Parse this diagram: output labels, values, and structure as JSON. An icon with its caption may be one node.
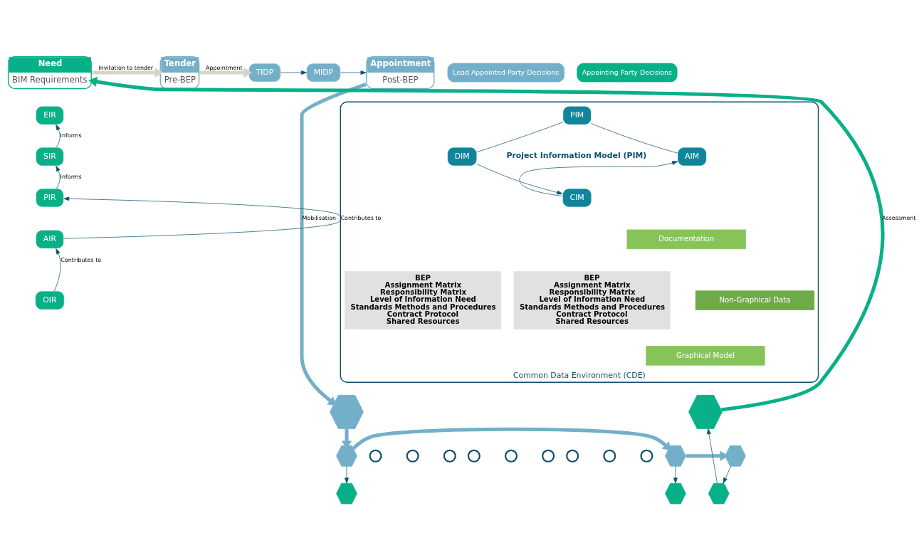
{
  "diagram": {
    "nodes": [
      {
        "text": [
          "Appointment",
          "Post-BEP"
        ]
      },
      {
        "text": [
          "MIDP"
        ]
      },
      {
        "text": [
          "TIDP"
        ]
      },
      {
        "text": [
          "Tender",
          "Pre-BEP"
        ]
      },
      {
        "text": [
          "Need",
          "BIM Requirements"
        ]
      },
      {
        "text": [
          "Common Data Environment (CDE)"
        ]
      },
      {
        "text": [
          "DIM"
        ],
        "in": 5
      },
      {
        "text": [
          "PIM"
        ],
        "in": 5
      },
      {
        "text": [
          "CIM"
        ],
        "in": 5
      },
      {
        "text": [
          "AIM"
        ],
        "in": 5
      },
      {
        "text": [
          "BEP",
          "Assignment Matrix",
          "Responsibility Matrix",
          "Level of Information Need",
          "Standards Methods and Procedures",
          "Contract Protocol",
          "Shared Resources"
        ],
        "in": 5
      },
      {
        "text": [
          "Documentation"
        ],
        "in": 5
      },
      {
        "text": [
          "Non-Graphical Data"
        ],
        "in": 5
      },
      {
        "text": [
          "Graphical Model"
        ],
        "in": 5
      },
      {
        "text": [
          "BEP",
          "Assignment Matrix",
          "Responsibility Matrix",
          "Level of Information Need",
          "Standards Methods and Procedures",
          "Contract Protocol",
          "Shared Resources"
        ],
        "in": 5
      },
      {
        "text": [],
        "shape": "hexagon"
      },
      {
        "text": [],
        "shape": "circle"
      },
      {
        "text": [],
        "shape": "circle"
      },
      {
        "text": [],
        "shape": "circle"
      },
      {
        "text": [],
        "shape": "hexagon"
      },
      {
        "text": [],
        "shape": "circle"
      },
      {
        "text": [],
        "shape": "circle"
      },
      {
        "text": [],
        "shape": "circle"
      },
      {
        "text": [],
        "shape": "hexagon"
      },
      {
        "text": [],
        "shape": "circle"
      },
      {
        "text": [],
        "shape": "circle"
      },
      {
        "text": [],
        "shape": "circle"
      },
      {
        "text": [],
        "shape": "hexagon"
      },
      {
        "text": [],
        "shape": "hexagon"
      },
      {
        "text": [],
        "shape": "hexagon"
      },
      {
        "text": [],
        "shape": "hexagon"
      },
      {
        "text": [],
        "shape": "hexagon"
      },
      {
        "text": [
          "EIR"
        ]
      },
      {
        "text": [
          "SIR"
        ]
      },
      {
        "text": [
          "PIR"
        ]
      },
      {
        "text": [
          "AIR"
        ]
      },
      {
        "text": [
          "OIR"
        ]
      }
    ],
    "edges": [
      {
        "from": 2,
        "to": 1,
        "arrow": "to"
      },
      {
        "from": 1,
        "to": 0,
        "arrow": "to"
      },
      {
        "from": 4,
        "to": 3,
        "arrow": "to",
        "label": "Invitation to tender",
        "style": "thick",
        "color": "#d9d3c7"
      },
      {
        "from": 3,
        "to": 2,
        "arrow": "to",
        "label": "Appointment",
        "style": "thick",
        "color": "#d9d3c7"
      },
      {
        "from": 6,
        "to": 7,
        "arrow": "none"
      },
      {
        "from": 7,
        "to": 9,
        "arrow": "none"
      },
      {
        "from": 6,
        "to": 8,
        "arrow": "to"
      },
      {
        "from": 8,
        "to": 9,
        "arrow": "to"
      },
      {
        "from": 0,
        "to": 15,
        "arrow": "to",
        "label": "Mobilisation",
        "style": "thick",
        "color": "#74afc9"
      },
      {
        "from": 15,
        "to": 19,
        "arrow": "to",
        "style": "thick",
        "color": "#74afc9"
      },
      {
        "from": 19,
        "to": 23,
        "arrow": "to",
        "style": "thick",
        "color": "#74afc9"
      },
      {
        "from": 23,
        "to": 27,
        "arrow": "to",
        "style": "thick",
        "color": "#74afc9"
      },
      {
        "from": 19,
        "to": 28,
        "arrow": "to"
      },
      {
        "from": 23,
        "to": 29,
        "arrow": "to"
      },
      {
        "from": 27,
        "to": 30,
        "arrow": "to"
      },
      {
        "from": 30,
        "to": 31,
        "arrow": "to"
      },
      {
        "from": 31,
        "to": 4,
        "arrow": "to",
        "label": "Assessment",
        "style": "thick",
        "color": "#08b088"
      },
      {
        "from": 36,
        "to": 35,
        "arrow": "to",
        "label": "Contributes to"
      },
      {
        "from": 35,
        "to": 34,
        "arrow": "to",
        "label": "Contributes to"
      },
      {
        "from": 34,
        "to": 33,
        "arrow": "to",
        "label": "Informs"
      },
      {
        "from": 33,
        "to": 32,
        "arrow": "to",
        "label": "Informs"
      }
    ],
    "labels": [
      "Project Information Model (PIM)"
    ],
    "legend": [
      {
        "text": "Lead Appointed Party Decisions",
        "color": "#74afc9"
      },
      {
        "text": "Appointing Party Decisions",
        "color": "#08b088"
      }
    ]
  }
}
